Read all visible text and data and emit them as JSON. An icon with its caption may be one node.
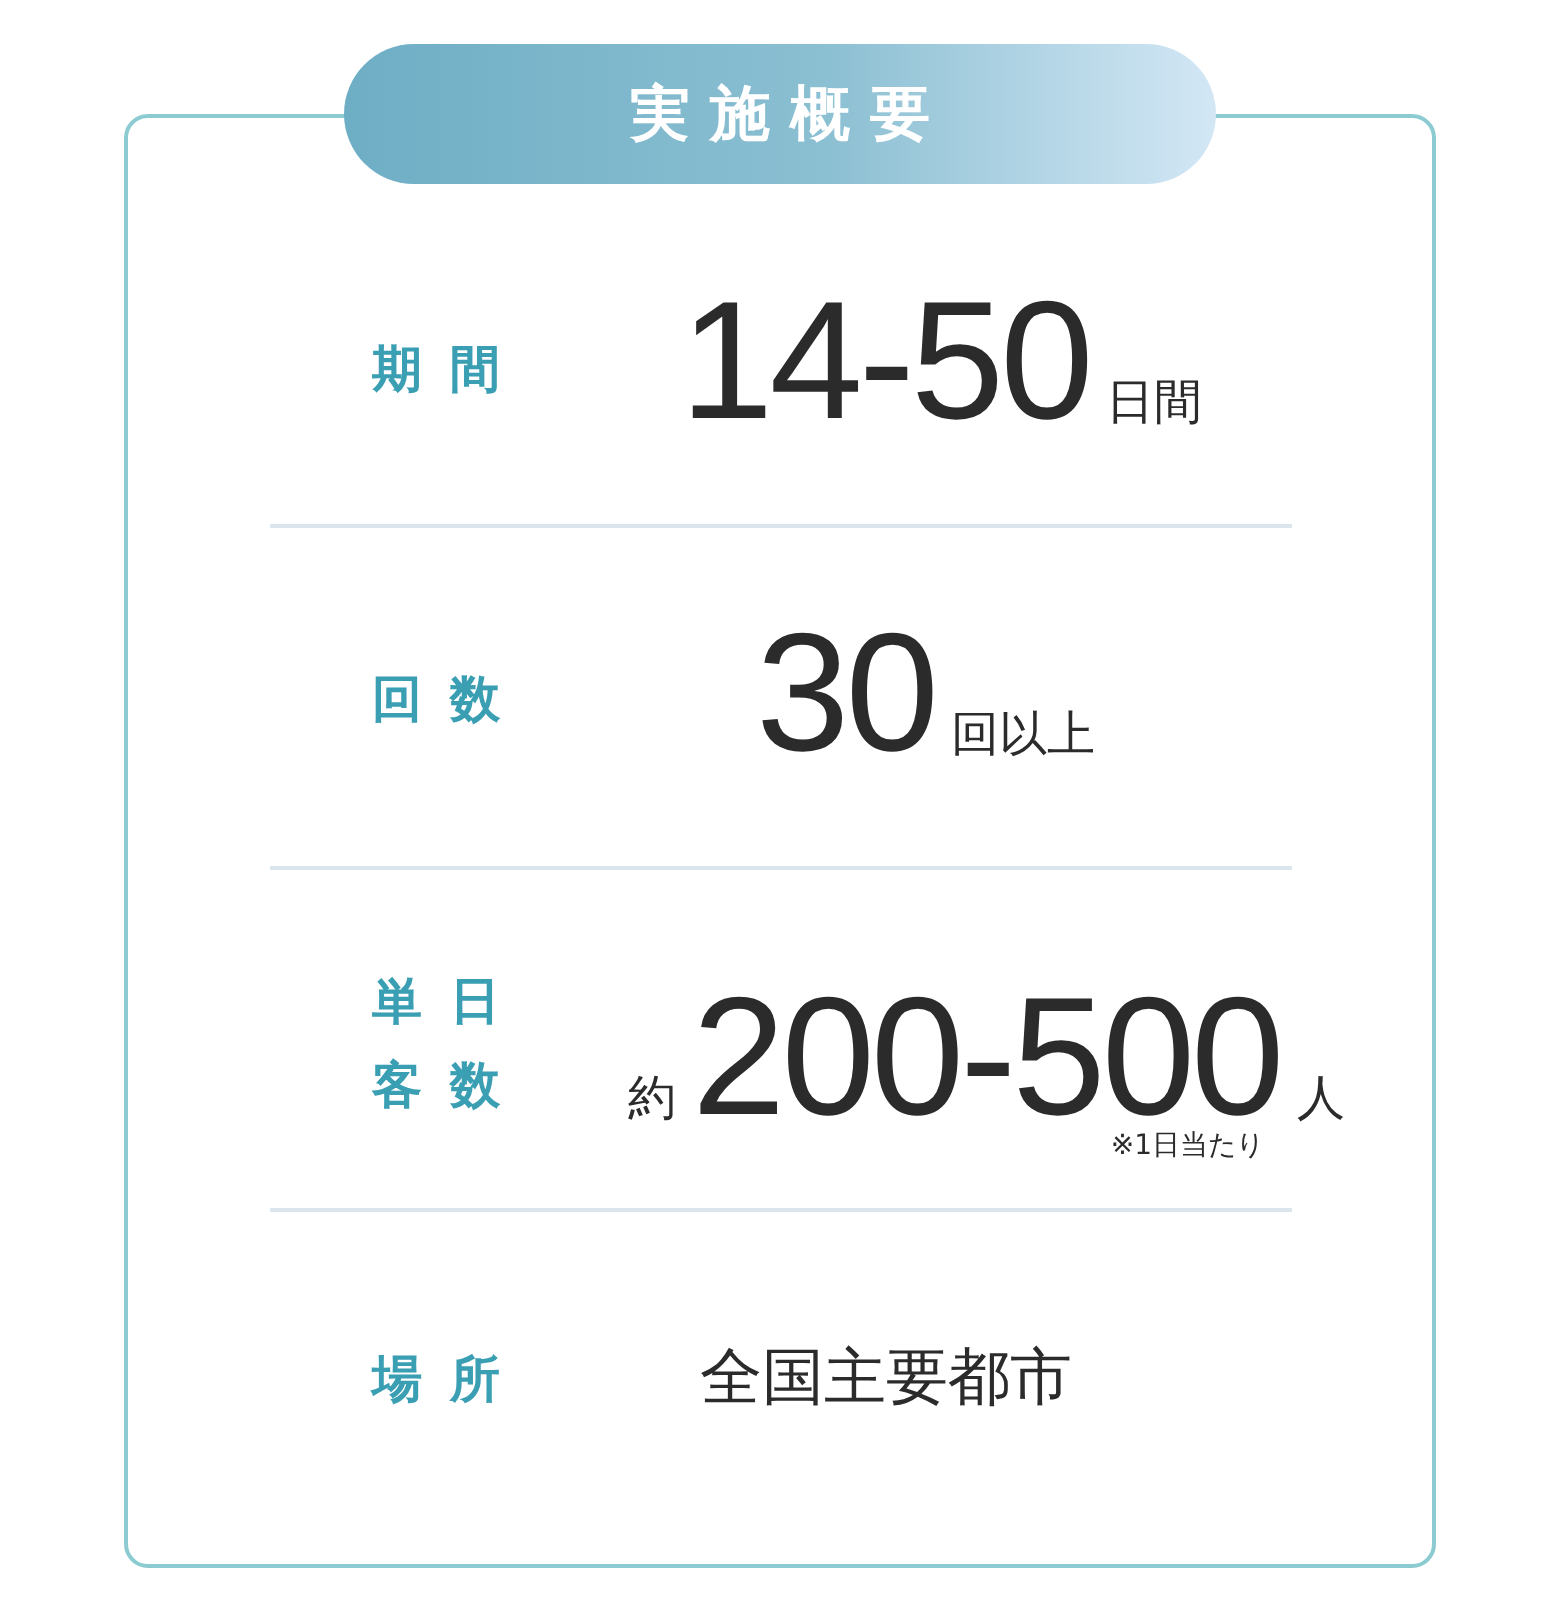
{
  "diagram": {
    "title": "実施概要",
    "labels": [
      "期間",
      "14-50",
      "日間",
      "回数",
      "30",
      "回以上",
      "単日客数",
      "約",
      "200-500",
      "人",
      "※1日当たり",
      "場所",
      "全国主要都市"
    ]
  }
}
